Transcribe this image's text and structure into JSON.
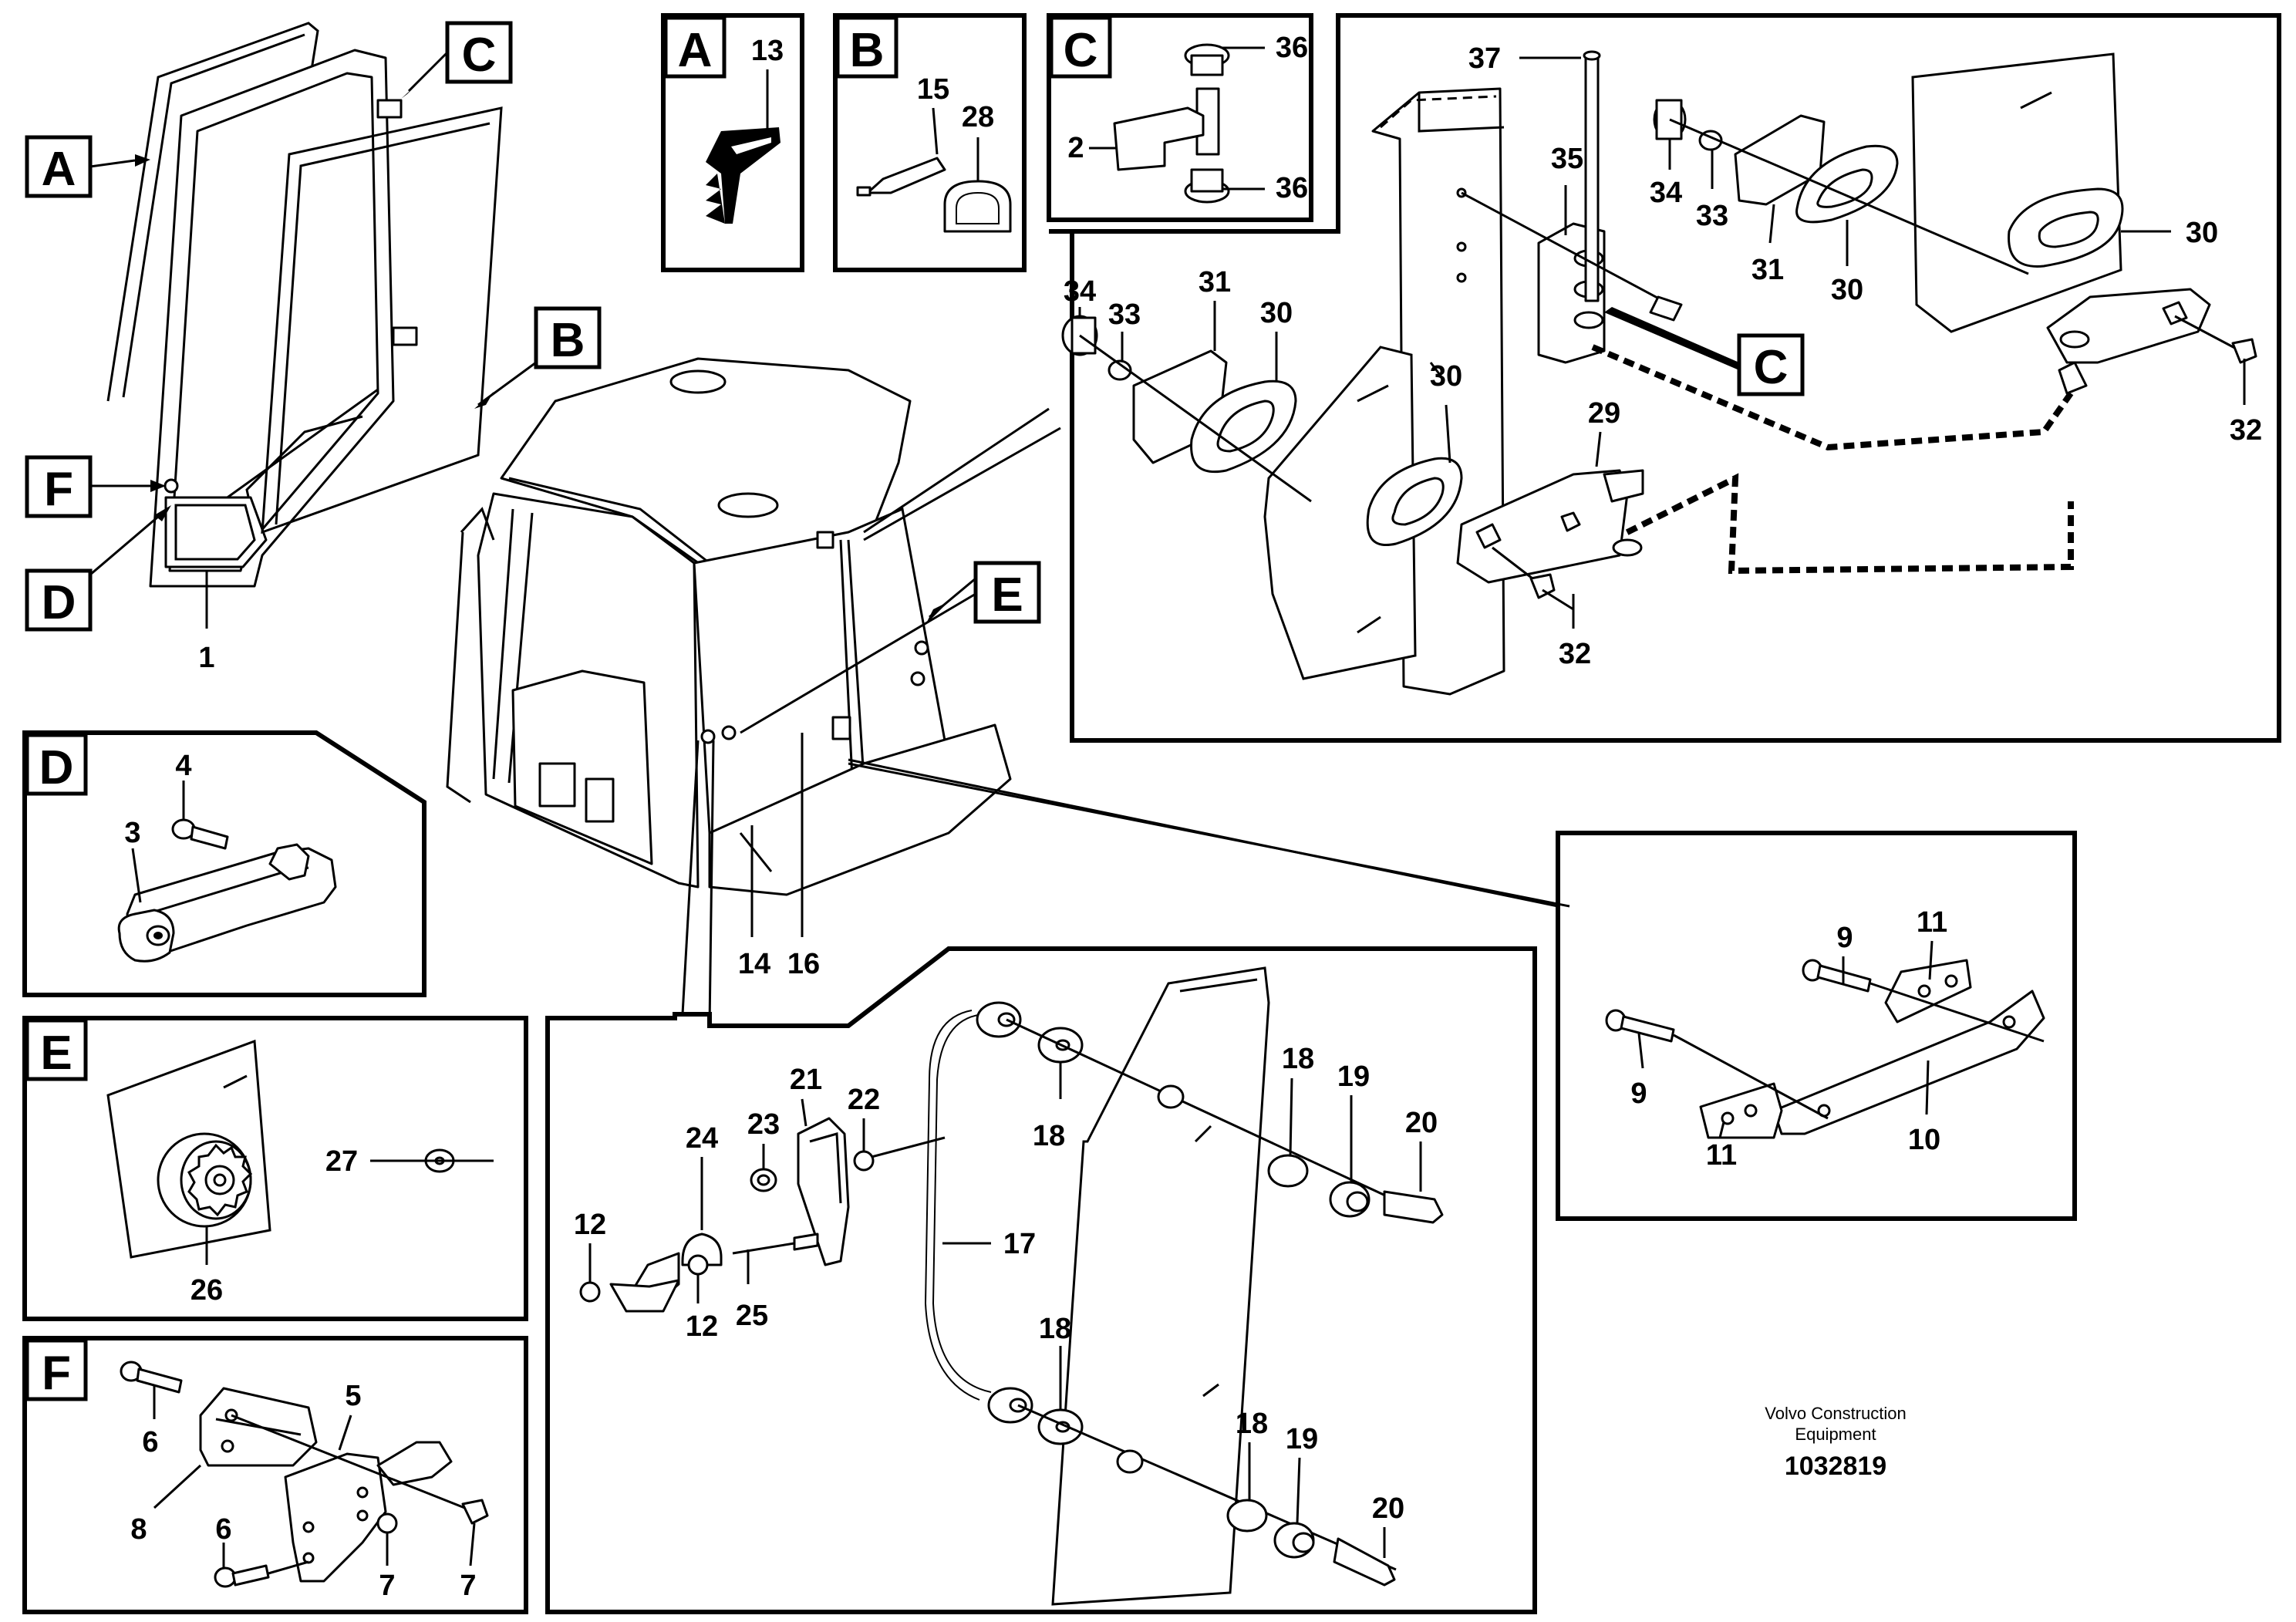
{
  "credit": {
    "line1": "Volvo Construction",
    "line2": "Equipment"
  },
  "document_number": "1032819",
  "detail_boxes": {
    "A": "A",
    "B": "B",
    "C_small": "C",
    "C_large": "C",
    "D": "D",
    "E": "E",
    "F": "F"
  },
  "overview_callouts": {
    "A": "A",
    "B": "B",
    "C": "C",
    "D": "D",
    "E": "E",
    "F": "F"
  },
  "labels": {
    "n1": "1",
    "n2": "2",
    "n3": "3",
    "n4": "4",
    "n5": "5",
    "n6a": "6",
    "n6b": "6",
    "n7a": "7",
    "n7b": "7",
    "n8": "8",
    "n9a": "9",
    "n9b": "9",
    "n10": "10",
    "n11a": "11",
    "n11b": "11",
    "n12a": "12",
    "n12b": "12",
    "n13": "13",
    "n14": "14",
    "n15": "15",
    "n16": "16",
    "n17": "17",
    "n18a": "18",
    "n18b": "18",
    "n18c": "18",
    "n18d": "18",
    "n19a": "19",
    "n19b": "19",
    "n20a": "20",
    "n20b": "20",
    "n21": "21",
    "n22": "22",
    "n23": "23",
    "n24": "24",
    "n25": "25",
    "n26": "26",
    "n27": "27",
    "n28": "28",
    "n29": "29",
    "n30a": "30",
    "n30b": "30",
    "n30c": "30",
    "n30d": "30",
    "n31a": "31",
    "n31b": "31",
    "n32a": "32",
    "n32b": "32",
    "n33a": "33",
    "n33b": "33",
    "n34a": "34",
    "n34b": "34",
    "n35": "35",
    "n36a": "36",
    "n36b": "36",
    "n37": "37"
  }
}
